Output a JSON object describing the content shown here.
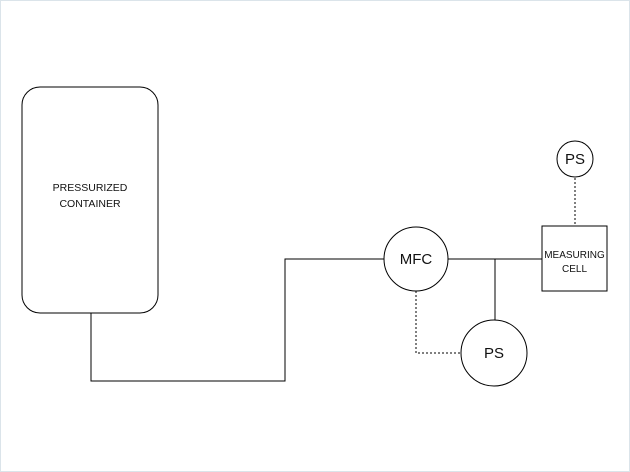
{
  "diagram": {
    "container": {
      "line1": "PRESSURIZED",
      "line2": "CONTAINER"
    },
    "mfc": {
      "label": "MFC"
    },
    "measuring_cell": {
      "line1": "MEASURING",
      "line2": "CELL"
    },
    "ps_top": {
      "label": "PS"
    },
    "ps_bottom": {
      "label": "PS"
    }
  }
}
